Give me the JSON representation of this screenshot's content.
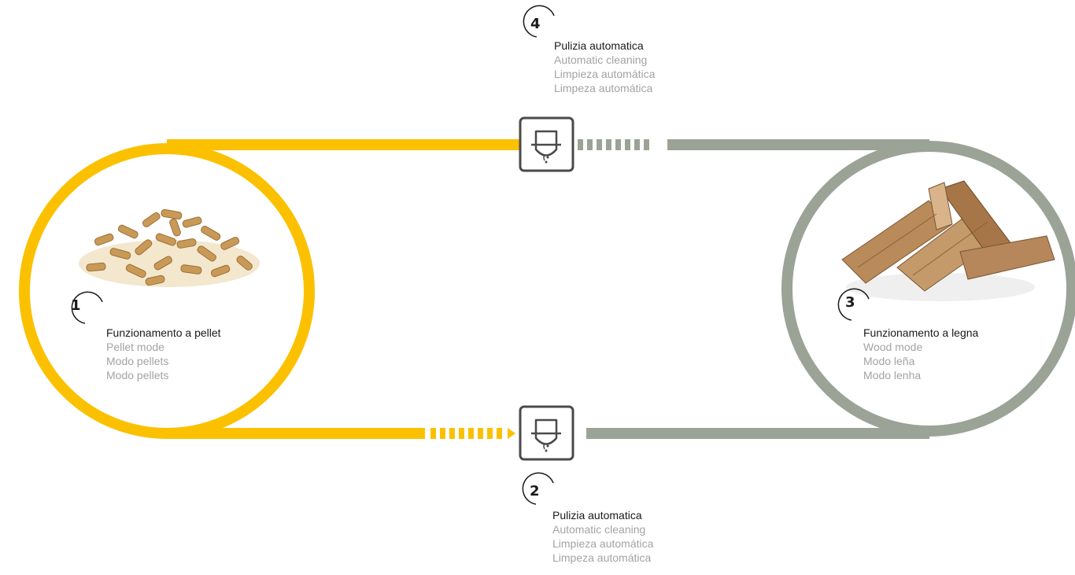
{
  "colors": {
    "pellet": "#FBC100",
    "wood": "#9BA397",
    "icon_stroke": "#4a4a4a",
    "text_primary": "#1a1a1a",
    "text_secondary": "#a3a3a3"
  },
  "steps": [
    {
      "number": "1",
      "title": "Funzionamento a pellet",
      "translations": [
        "Pellet mode",
        "Modo pellets",
        "Modo pellets"
      ],
      "image": "wood-pellets"
    },
    {
      "number": "2",
      "title": "Pulizia automatica",
      "translations": [
        "Automatic cleaning",
        "Limpieza automática",
        "Limpeza automática"
      ],
      "icon": "brazier-cleaning-icon"
    },
    {
      "number": "3",
      "title": "Funzionamento a legna",
      "translations": [
        "Wood mode",
        "Modo leña",
        "Modo lenha"
      ],
      "image": "firewood-logs"
    },
    {
      "number": "4",
      "title": "Pulizia automatica",
      "translations": [
        "Automatic cleaning",
        "Limpieza automática",
        "Limpeza automática"
      ],
      "icon": "brazier-cleaning-icon"
    }
  ]
}
